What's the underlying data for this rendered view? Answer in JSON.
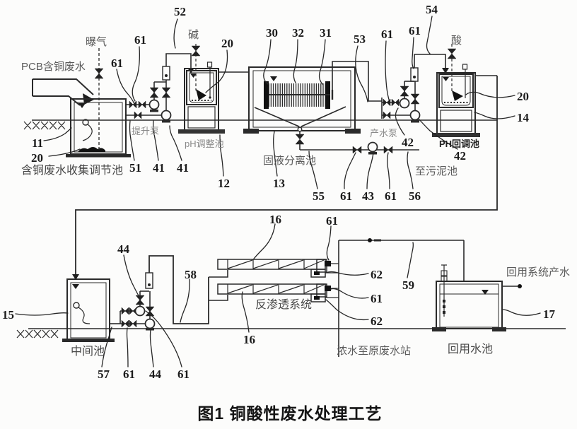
{
  "figure": {
    "caption": "图1  铜酸性废水处理工艺"
  },
  "equipment_labels": {
    "pcb_inlet": "PCB含铜废水",
    "aeration": "曝气",
    "alkali": "碱",
    "acid": "酸",
    "collection_tank": "含铜废水收集调节池",
    "lift_pump": "提升泵",
    "ph_adjust_tank": "pH调整池",
    "separation_tank": "固液分离池",
    "product_pump": "产水泵",
    "to_sludge_tank": "至污泥池",
    "ph_readjust_tank": "PH回调池",
    "middle_tank": "中间池",
    "ro_system": "反渗透系统",
    "concentrate_to_station": "浓水至原废水站",
    "reuse_tank": "回用水池",
    "reuse_product_water": "回用系统产水"
  },
  "ref_numbers": {
    "r52": "52",
    "r61a": "61",
    "r61b": "61",
    "r20a": "20",
    "r30": "30",
    "r32": "32",
    "r31": "31",
    "r53": "53",
    "r61c": "61",
    "r61d": "61",
    "r54": "54",
    "r11": "11",
    "r20b": "20",
    "r51": "51",
    "r41a": "41",
    "r41b": "41",
    "r12": "12",
    "r13": "13",
    "r55": "55",
    "r61e": "61",
    "r43": "43",
    "r61f": "61",
    "r56": "56",
    "r42a": "42",
    "r42b": "42",
    "r20c": "20",
    "r14": "14",
    "r44a": "44",
    "r16a": "16",
    "r61g": "61",
    "r58": "58",
    "r62a": "62",
    "r61h": "61",
    "r62b": "62",
    "r59": "59",
    "r17": "17",
    "r15": "15",
    "r57": "57",
    "r61i": "61",
    "r44b": "44",
    "r61j": "61",
    "r16b": "16"
  }
}
